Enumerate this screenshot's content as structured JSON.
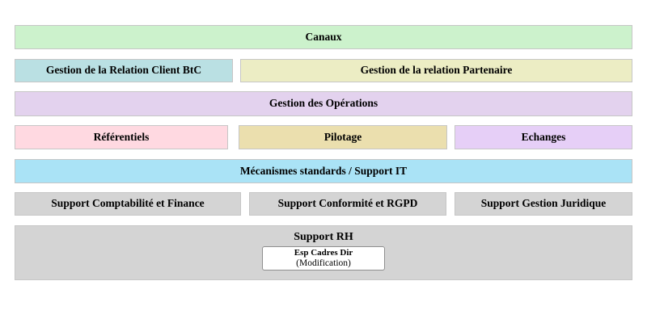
{
  "palette": {
    "canaux": "#ccf2cc",
    "client_btc": "#bae0e3",
    "partenaire": "#ecedc4",
    "operations": "#e3d2ee",
    "referentiels": "#ffd9e1",
    "pilotage": "#ebdfae",
    "echanges": "#e6cff7",
    "support_it": "#aae3f6",
    "support_gray": "#d4d4d4",
    "node_bg": "#ffffff"
  },
  "blocks": {
    "canaux": "Canaux",
    "client_btc": "Gestion de la Relation Client BtC",
    "partenaire": "Gestion de la relation Partenaire",
    "operations": "Gestion des Opérations",
    "referentiels": "Référentiels",
    "pilotage": "Pilotage",
    "echanges": "Echanges",
    "support_it": "Mécanismes standards / Support IT",
    "compta": "Support Comptabilité et Finance",
    "conformite": "Support Conformité et RGPD",
    "juridique": "Support Gestion Juridique",
    "support_rh": "Support RH",
    "node_line1": "Esp Cadres Dir",
    "node_line2": "(Modification)"
  }
}
